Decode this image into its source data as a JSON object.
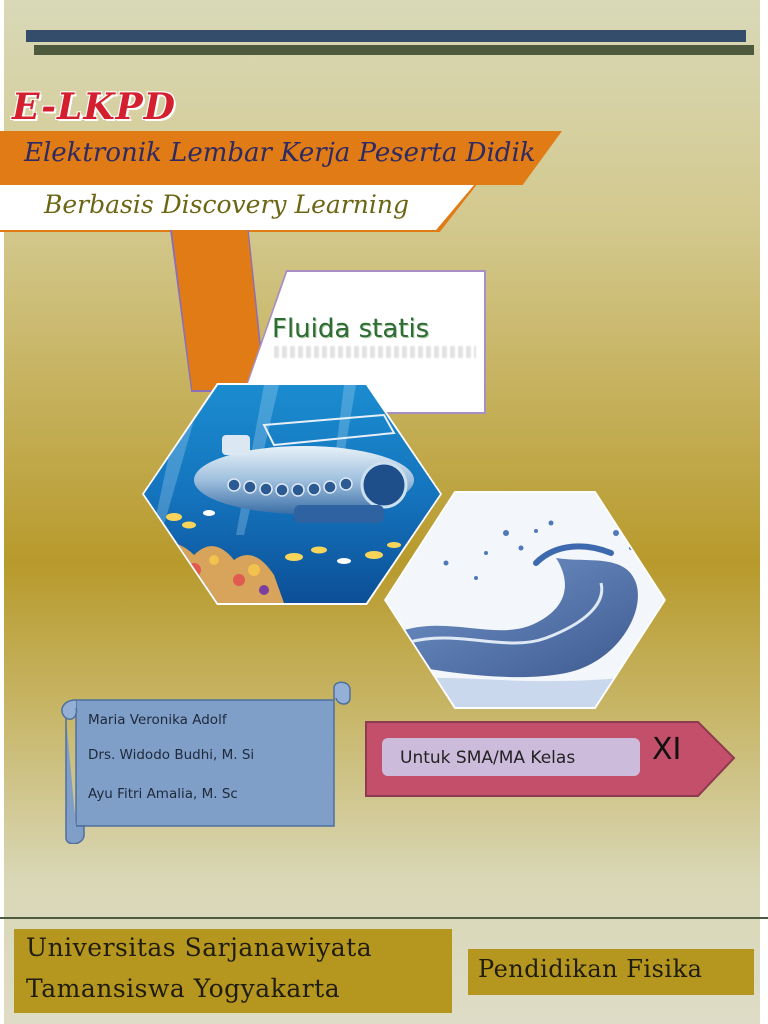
{
  "header": {
    "logo_text": "E-LKPD",
    "banner_title": "Elektronik Lembar Kerja Peserta Didik",
    "banner_subtitle": "Berbasis Discovery Learning"
  },
  "topic": {
    "title": "Fluida statis"
  },
  "images": {
    "submarine": "submarine-underwater-photo",
    "water": "water-splash-photo"
  },
  "authors": [
    "Maria Veronika Adolf",
    "Drs. Widodo Budhi, M. Si",
    "Ayu Fitri Amalia, M. Sc"
  ],
  "audience": {
    "label": "Untuk SMA/MA Kelas",
    "grade": "XI"
  },
  "footer": {
    "university_line1": "Universitas Sarjanawiyata",
    "university_line2": "Tamansiswa Yogyakarta",
    "program": "Pendidikan Fisika"
  },
  "colors": {
    "accent_orange": "#e17b16",
    "title_red": "#d4202e",
    "banner_navy": "#2e2a62",
    "gold": "#b5961e",
    "scroll_blue": "#7f9ec8",
    "tag_pink": "#c44f6a"
  }
}
